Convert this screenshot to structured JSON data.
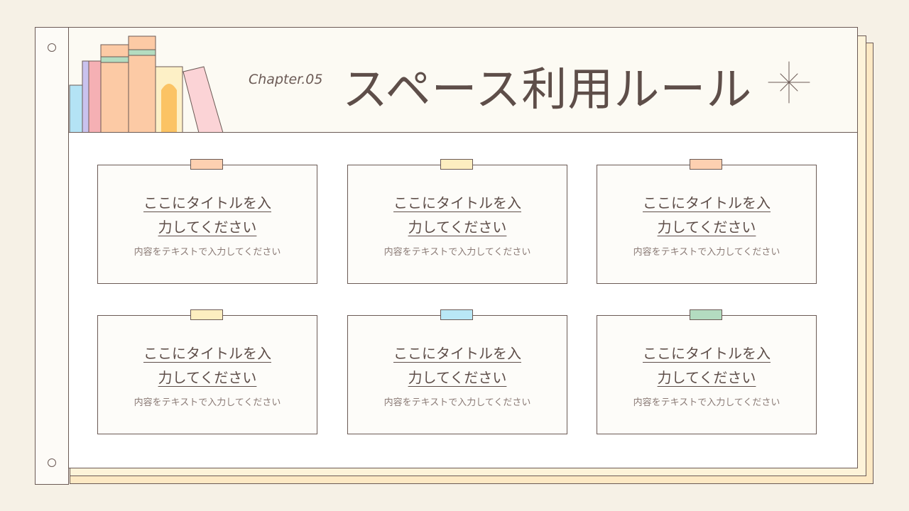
{
  "header": {
    "chapter": "Chapter.05",
    "title": "スペース利用ルール"
  },
  "cards": [
    {
      "title_line1": "ここにタイトルを入",
      "title_line2": "力してください",
      "body": "内容をテキストで入力してください",
      "tape_color": "#fdd0b1"
    },
    {
      "title_line1": "ここにタイトルを入",
      "title_line2": "力してください",
      "body": "内容をテキストで入力してください",
      "tape_color": "#fdeec0"
    },
    {
      "title_line1": "ここにタイトルを入",
      "title_line2": "力してください",
      "body": "内容をテキストで入力してください",
      "tape_color": "#fdd0b1"
    },
    {
      "title_line1": "ここにタイトルを入",
      "title_line2": "力してください",
      "body": "内容をテキストで入力してください",
      "tape_color": "#fdeec0"
    },
    {
      "title_line1": "ここにタイトルを入",
      "title_line2": "力してください",
      "body": "内容をテキストで入力してください",
      "tape_color": "#b9e8f6"
    },
    {
      "title_line1": "ここにタイトルを入",
      "title_line2": "力してください",
      "body": "内容をテキストで入力してください",
      "tape_color": "#b3dcc0"
    }
  ],
  "colors": {
    "background": "#f6f1e6",
    "ink": "#5e4e49",
    "sheet": "#ffffff"
  }
}
